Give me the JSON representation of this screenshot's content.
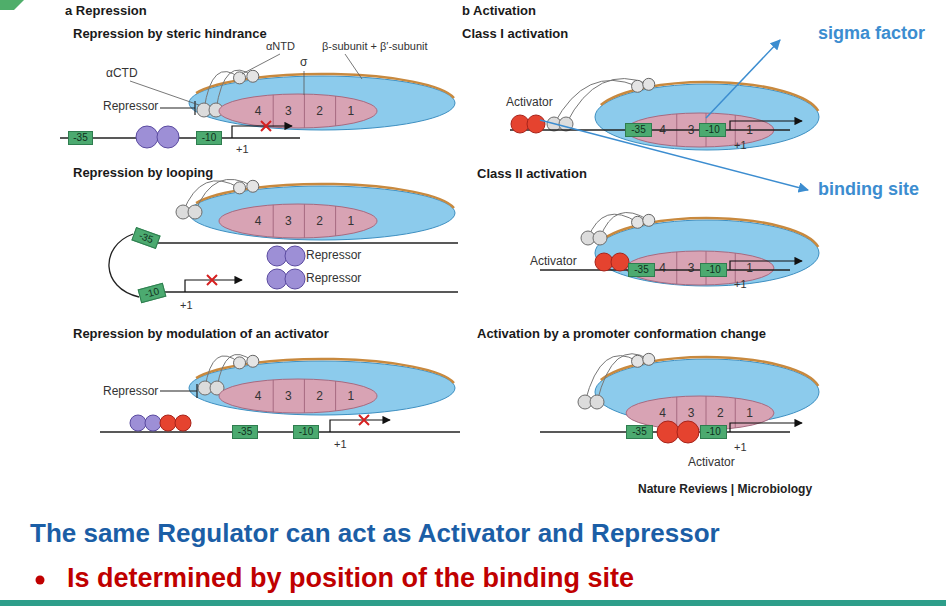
{
  "diagram": {
    "nodes": [
      {
        "text": [
          "4",
          "3",
          "2",
          "1"
        ]
      },
      {
        "text": [
          "-35"
        ]
      },
      {
        "text": [
          "-10"
        ]
      },
      {
        "text": [
          "4",
          "3",
          "2",
          "1"
        ]
      },
      {
        "text": [
          "-35"
        ]
      },
      {
        "text": [
          "-10"
        ]
      },
      {
        "text": [
          "4",
          "3",
          "2",
          "1"
        ]
      },
      {
        "text": [
          "-35"
        ]
      },
      {
        "text": [
          "-10"
        ]
      },
      {
        "text": [
          "4",
          "3",
          "2",
          "1"
        ]
      },
      {
        "text": [
          "-35"
        ]
      },
      {
        "text": [
          "-10"
        ]
      },
      {
        "text": [
          "4",
          "3",
          "2",
          "1"
        ]
      },
      {
        "text": [
          "-35"
        ]
      },
      {
        "text": [
          "-10"
        ]
      },
      {
        "text": [
          "4",
          "3",
          "2",
          "1"
        ]
      },
      {
        "text": [
          "-35"
        ]
      },
      {
        "text": [
          "-10"
        ]
      }
    ],
    "labels": [
      "a Repression",
      "Repression by steric hindrance",
      "αNTD",
      "β-subunit + β′-subunit",
      "αCTD",
      "σ",
      "Repressor",
      "+1",
      "Repression by looping",
      "Repressor",
      "Repressor",
      "+1",
      "Repression by modulation of an activator",
      "Repressor",
      "+1",
      "b Activation",
      "Class I activation",
      "Activator",
      "+1",
      "sigma factor",
      "binding site",
      "Class II activation",
      "Activator",
      "+1",
      "Activation by a promoter conformation change",
      "+1",
      "Activator",
      "Nature Reviews | Microbiology",
      "The same Regulator can act as Activator and Repressor",
      "Is determined by position of the binding site"
    ]
  }
}
